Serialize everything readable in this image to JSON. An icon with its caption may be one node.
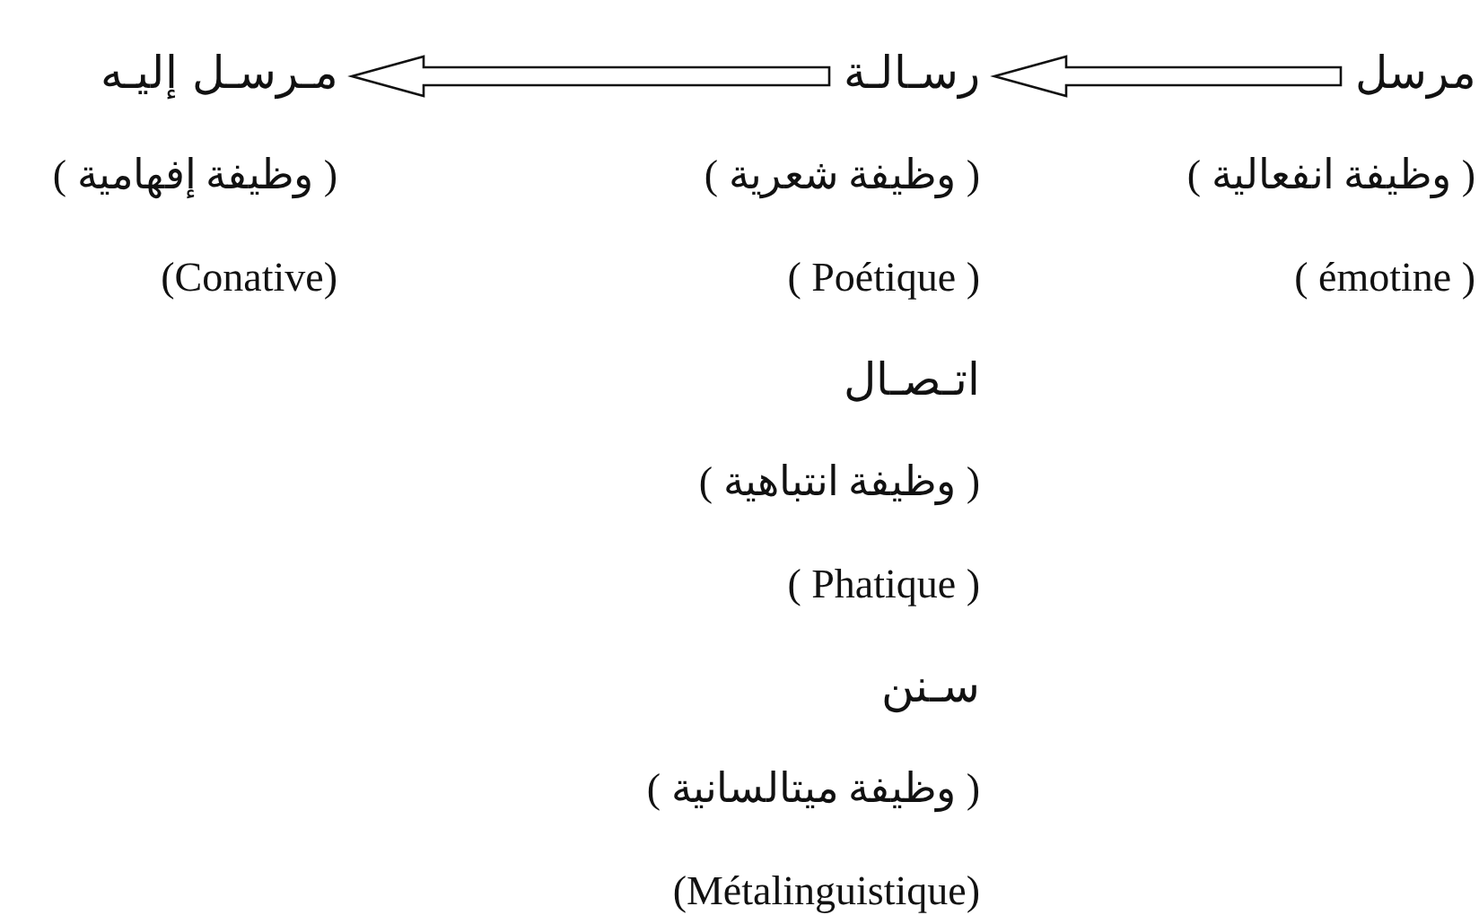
{
  "diagram": {
    "nodes": [
      {
        "text": [
          "مرسل"
        ],
        "beside": [
          "( وظيفة انفعالية )",
          "( émotine )"
        ]
      },
      {
        "text": [
          "رسـالـة"
        ],
        "beside": [
          "( وظيفة شعرية )",
          "( Poétique )"
        ]
      },
      {
        "text": [
          "مـرسـل إليـه"
        ],
        "beside": [
          "( وظيفة إفهامية )",
          "(Conative)"
        ]
      }
    ],
    "edges": [
      {
        "from": 0,
        "to": 1,
        "arrow": "to"
      },
      {
        "from": 1,
        "to": 2,
        "arrow": "to"
      }
    ],
    "labels": [
      "اتـصـال",
      "( وظيفة انتباهية )",
      "( Phatique )",
      "سـنن",
      "( وظيفة ميتالسانية )",
      "(Métalinguistique)"
    ]
  }
}
